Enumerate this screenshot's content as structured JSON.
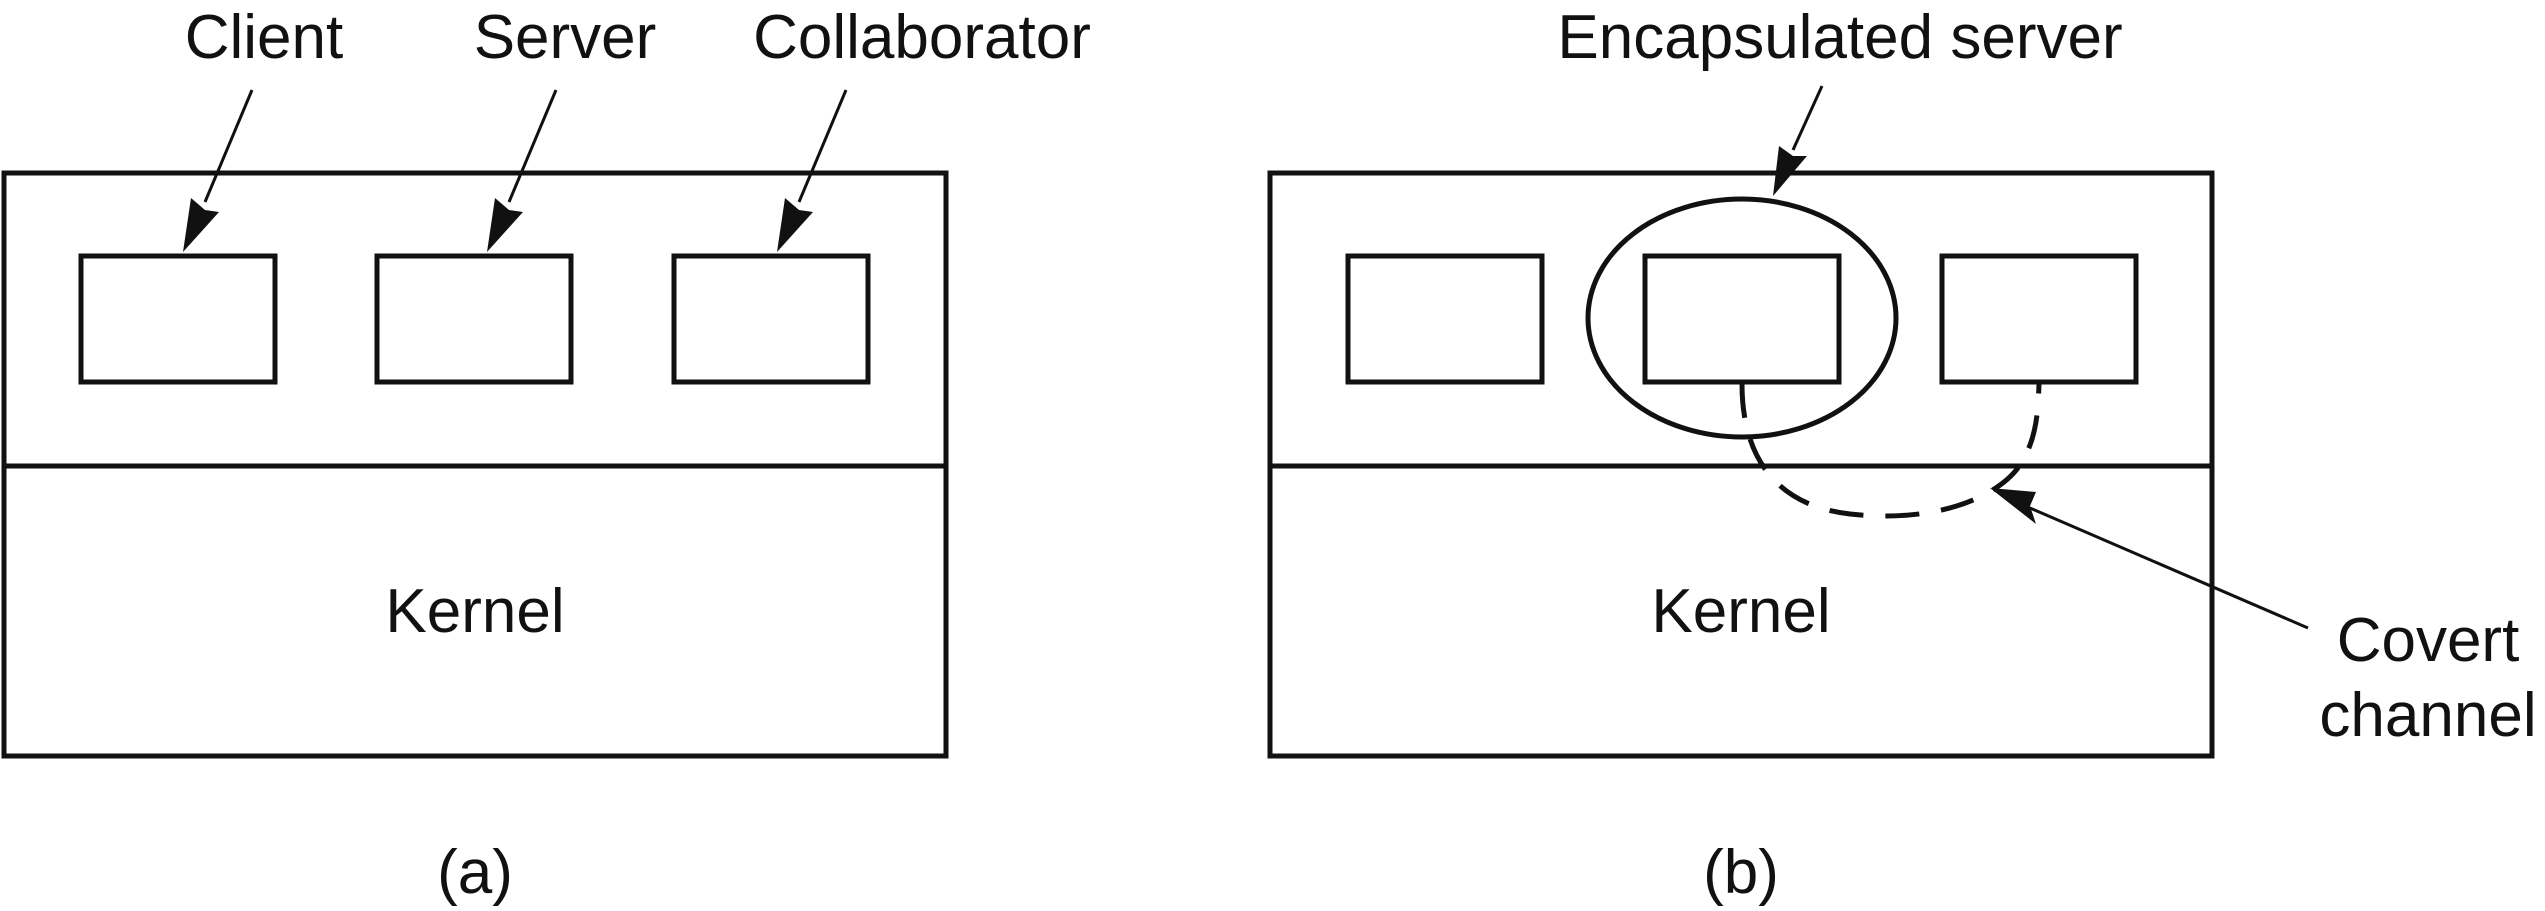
{
  "panel_a": {
    "labels": {
      "client": "Client",
      "server": "Server",
      "collaborator": "Collaborator"
    },
    "kernel": "Kernel",
    "caption": "(a)"
  },
  "panel_b": {
    "labels": {
      "encapsulated_server": "Encapsulated server",
      "covert_line1": "Covert",
      "covert_line2": "channel"
    },
    "kernel": "Kernel",
    "caption": "(b)"
  }
}
